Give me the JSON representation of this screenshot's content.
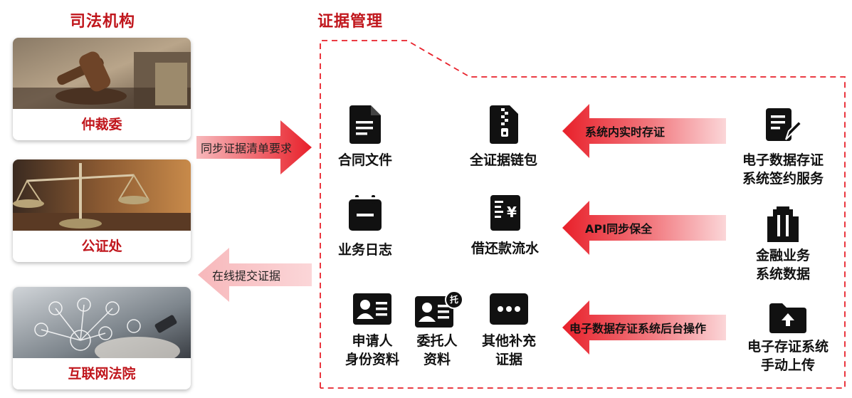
{
  "left": {
    "heading": "司法机构",
    "cards": [
      {
        "label": "仲裁委"
      },
      {
        "label": "公证处"
      },
      {
        "label": "互联网法院"
      }
    ]
  },
  "middle_arrows": {
    "to_right": "同步证据清单要求",
    "to_left": "在线提交证据"
  },
  "right": {
    "heading": "证据管理",
    "items": [
      {
        "label": "合同文件"
      },
      {
        "label": "全证据链包"
      },
      {
        "label": "业务日志"
      },
      {
        "label": "借还款流水"
      },
      {
        "label1": "申请人",
        "label2": "身份资料"
      },
      {
        "label1": "委托人",
        "label2": "资料",
        "badge": "托"
      },
      {
        "label1": "其他补充",
        "label2": "证据"
      }
    ],
    "arrows": [
      {
        "label": "系统内实时存证"
      },
      {
        "label": "API同步保全"
      },
      {
        "label": "电子数据存证系统后台操作"
      }
    ],
    "sources": [
      {
        "label1": "电子数据存证",
        "label2": "系统签约服务"
      },
      {
        "label1": "金融业务",
        "label2": "系统数据"
      },
      {
        "label1": "电子存证系统",
        "label2": "手动上传"
      }
    ]
  },
  "colors": {
    "accent": "#c0161c",
    "arrow": "#e8202a",
    "icon": "#111111"
  }
}
